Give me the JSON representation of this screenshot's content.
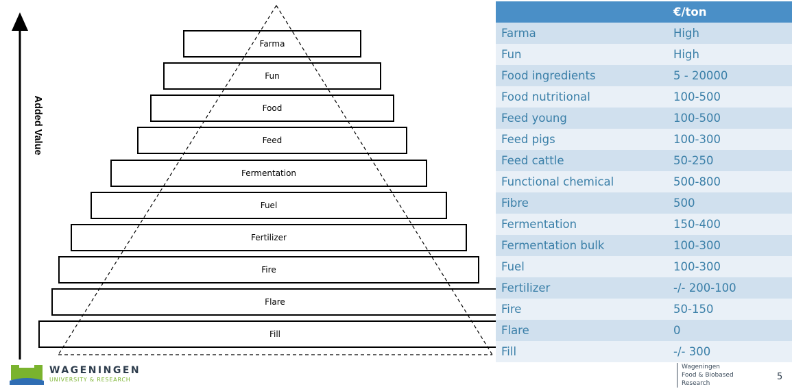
{
  "pyramid": {
    "axis_label": "Added Value",
    "tiers": [
      "Farma",
      "Fun",
      "Food",
      "Feed",
      "Fermentation",
      "Fuel",
      "Fertilizer",
      "Fire",
      "Flare",
      "Fill"
    ]
  },
  "table": {
    "headers": [
      "",
      "€/ton"
    ],
    "rows": [
      [
        "Farma",
        "High"
      ],
      [
        "Fun",
        "High"
      ],
      [
        "Food ingredients",
        "5 - 20000"
      ],
      [
        "Food nutritional",
        "100-500"
      ],
      [
        "Feed young",
        "100-500"
      ],
      [
        "Feed pigs",
        "100-300"
      ],
      [
        "Feed cattle",
        "50-250"
      ],
      [
        "Functional chemical",
        "500-800"
      ],
      [
        "Fibre",
        "500"
      ],
      [
        "Fermentation",
        "150-400"
      ],
      [
        "Fermentation bulk",
        "100-300"
      ],
      [
        "Fuel",
        "100-300"
      ],
      [
        "Fertilizer",
        "-/- 200-100"
      ],
      [
        "Fire",
        "50-150"
      ],
      [
        "Flare",
        "0"
      ],
      [
        "Fill",
        "-/- 300"
      ]
    ]
  },
  "logo": {
    "name": "WAGENINGEN",
    "subtitle": "UNIVERSITY & RESEARCH"
  },
  "footer": {
    "org_lines": [
      "Wageningen",
      "Food & Biobased",
      "Research"
    ],
    "page_number": "5"
  },
  "colors": {
    "table_header": "#4a8fc7",
    "row_odd": "#d0e0ee",
    "row_even": "#e9f0f7",
    "table_text": "#3a7fa8",
    "logo_green": "#7ab32e",
    "logo_blue": "#2f6db3"
  }
}
